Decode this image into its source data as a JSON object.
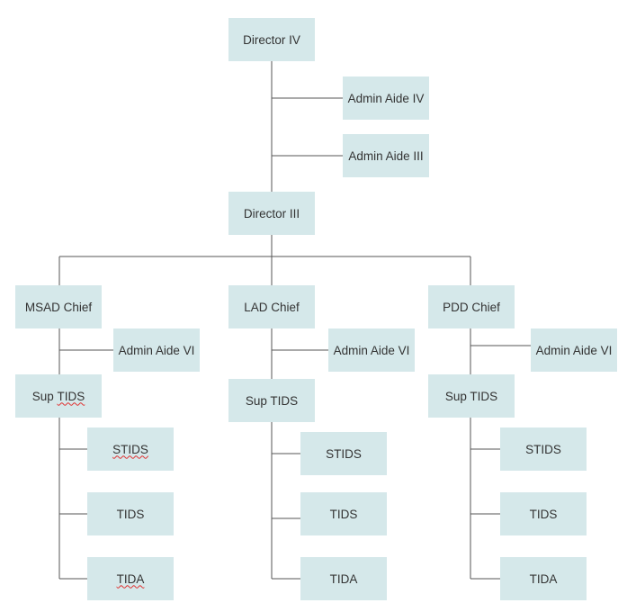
{
  "chart": {
    "director4": "Director IV",
    "aide4": "Admin Aide IV",
    "aide3": "Admin Aide III",
    "director3": "Director III",
    "departments": [
      {
        "chief": "MSAD Chief",
        "aide": "Admin Aide VI",
        "sup_part1": "Sup ",
        "sup_part2": "TIDS",
        "staff": [
          "STIDS",
          "TIDS",
          "TIDA"
        ]
      },
      {
        "chief": "LAD Chief",
        "aide": "Admin Aide VI",
        "sup": "Sup TIDS",
        "staff": [
          "STIDS",
          "TIDS",
          "TIDA"
        ]
      },
      {
        "chief": "PDD Chief",
        "aide": "Admin Aide VI",
        "sup": "Sup TIDS",
        "staff": [
          "STIDS",
          "TIDS",
          "TIDA"
        ]
      }
    ]
  },
  "colors": {
    "box_fill": "#d5e8ea",
    "line": "#555555",
    "text": "#333333",
    "spellcheck_underline": "#e03030"
  }
}
